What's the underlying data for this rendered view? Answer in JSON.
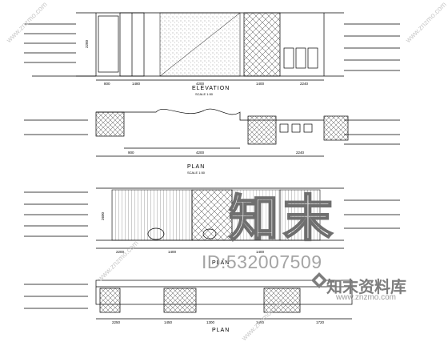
{
  "drawing": {
    "section1_title": "ELEVATION",
    "section2_title": "PLAN",
    "section3_title": "PLAN",
    "section4_title": "PLAN",
    "scale_label": "SCALE 1:50",
    "dims_row1": [
      "800",
      "1480",
      "4200",
      "1400",
      "2240"
    ],
    "dims_row2": [
      "900",
      "4200",
      "2240"
    ],
    "dims_row3": [
      "2200",
      "1400",
      "1400"
    ],
    "dims_row4": [
      "2250",
      "1450",
      "1300",
      "1450",
      "1720"
    ],
    "height_dims": [
      "2200",
      "2600"
    ]
  },
  "watermark": {
    "id_text": "ID:532007509",
    "site_cn": "知末资料库",
    "url": "www.znzmo.com",
    "big_cn": "知末",
    "diag_text": "www.znzmo.com"
  },
  "colors": {
    "line": "#000000",
    "hatch": "#333333",
    "watermark": "#9b9b9b"
  }
}
